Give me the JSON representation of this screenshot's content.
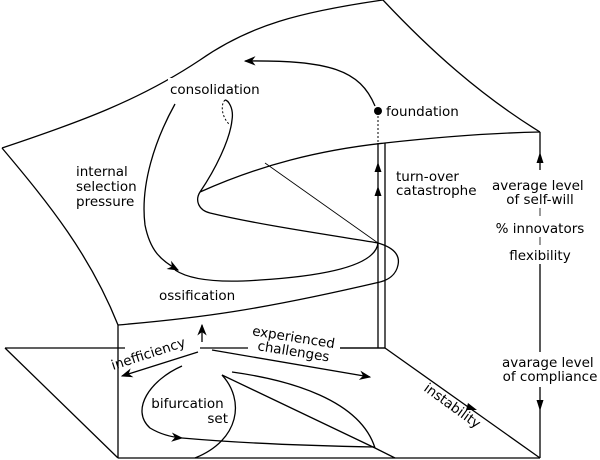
{
  "diagram": {
    "type": "cusp catastrophe surface",
    "labels": {
      "consolidation": "consolidation",
      "foundation": "foundation",
      "internal_selection_pressure": [
        "internal",
        "selection",
        "pressure"
      ],
      "turn_over_catastrophe": [
        "turn-over",
        "catastrophe"
      ],
      "ossification": "ossification",
      "average_self_will": [
        "average level",
        "of self-will"
      ],
      "innovators": "% innovators",
      "flexibility": "flexibility",
      "average_compliance": [
        "avarage level",
        "of compliance"
      ],
      "inefficiency": "inefficiency",
      "experienced_challenges": [
        "experienced",
        "challenges"
      ],
      "bifurcation_set": [
        "bifurcation",
        "set"
      ],
      "instability": "instability"
    },
    "colors": {
      "stroke": "#000000",
      "background": "#ffffff"
    }
  }
}
